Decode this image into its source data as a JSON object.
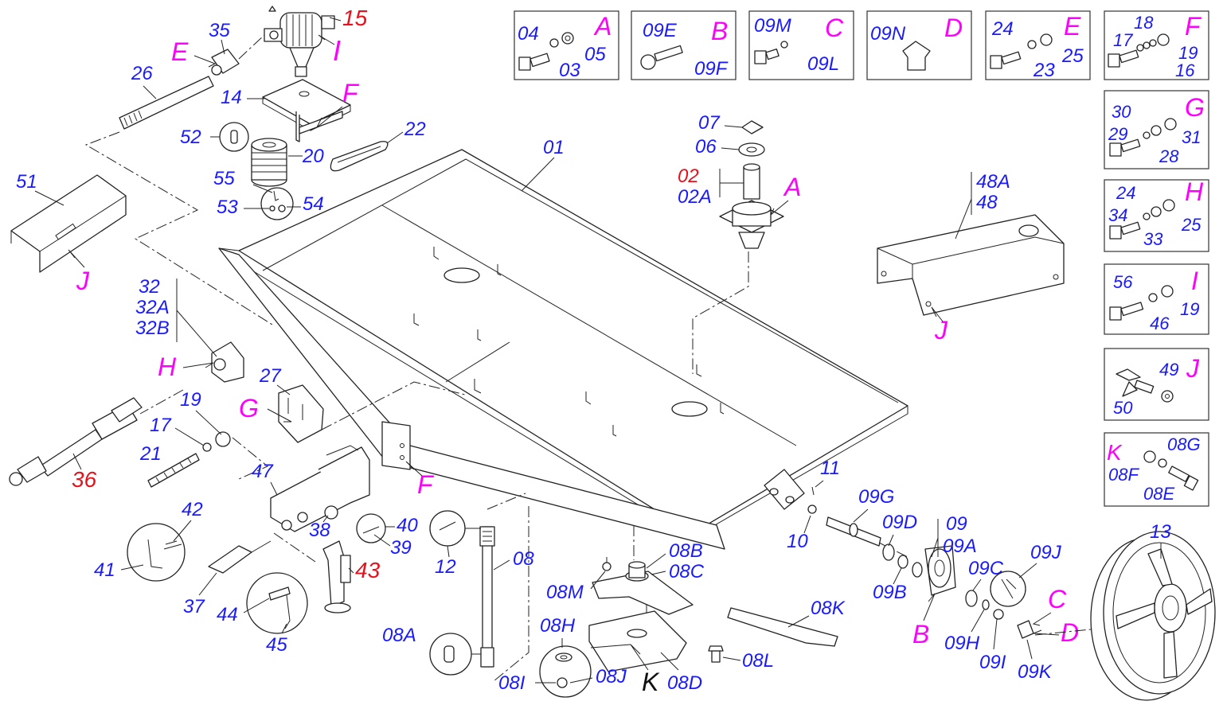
{
  "colors": {
    "blue": "#1a1aff",
    "red": "#e8101a",
    "magenta": "#ff00ff",
    "black": "#111111",
    "line": "#222222"
  },
  "boxes": [
    {
      "letter": "A",
      "parts": [
        "04",
        "05",
        "03"
      ]
    },
    {
      "letter": "B",
      "parts": [
        "09E",
        "09F"
      ]
    },
    {
      "letter": "C",
      "parts": [
        "09M",
        "09L"
      ]
    },
    {
      "letter": "D",
      "parts": [
        "09N"
      ]
    },
    {
      "letter": "E",
      "parts": [
        "24",
        "25",
        "23"
      ]
    },
    {
      "letter": "F",
      "parts": [
        "18",
        "17",
        "19",
        "16"
      ]
    },
    {
      "letter": "G",
      "parts": [
        "30",
        "29",
        "31",
        "28"
      ]
    },
    {
      "letter": "H",
      "parts": [
        "24",
        "34",
        "25",
        "33"
      ]
    },
    {
      "letter": "I",
      "parts": [
        "56",
        "19",
        "46"
      ]
    },
    {
      "letter": "J",
      "parts": [
        "49",
        "50"
      ]
    },
    {
      "letter": "K",
      "parts": [
        "08G",
        "08F",
        "08E"
      ]
    }
  ],
  "labels": {
    "l01": "01",
    "l02": "02",
    "l02A": "02A",
    "l06": "06",
    "l07": "07",
    "l08": "08",
    "l08A": "08A",
    "l08B": "08B",
    "l08C": "08C",
    "l08D": "08D",
    "l08H": "08H",
    "l08I": "08I",
    "l08J": "08J",
    "l08K": "08K",
    "l08L": "08L",
    "l08M": "08M",
    "l09": "09",
    "l09A": "09A",
    "l09B": "09B",
    "l09C": "09C",
    "l09D": "09D",
    "l09G": "09G",
    "l09H": "09H",
    "l09I": "09I",
    "l09J": "09J",
    "l09K": "09K",
    "l10": "10",
    "l11": "11",
    "l12": "12",
    "l13": "13",
    "l14": "14",
    "l15": "15",
    "l17": "17",
    "l19": "19",
    "l20": "20",
    "l21": "21",
    "l22": "22",
    "l26": "26",
    "l27": "27",
    "l32": "32",
    "l32A": "32A",
    "l32B": "32B",
    "l35": "35",
    "l36": "36",
    "l37": "37",
    "l38": "38",
    "l39": "39",
    "l40": "40",
    "l41": "41",
    "l42": "42",
    "l43": "43",
    "l44": "44",
    "l45": "45",
    "l47": "47",
    "l48": "48",
    "l48A": "48A",
    "l51": "51",
    "l52": "52",
    "l53": "53",
    "l54": "54",
    "l55": "55",
    "mA": "A",
    "mB": "B",
    "mC": "C",
    "mD": "D",
    "mE": "E",
    "mF1": "F",
    "mF2": "F",
    "mG": "G",
    "mH": "H",
    "mI": "I",
    "mJ1": "J",
    "mJ2": "J",
    "mK": "K"
  }
}
